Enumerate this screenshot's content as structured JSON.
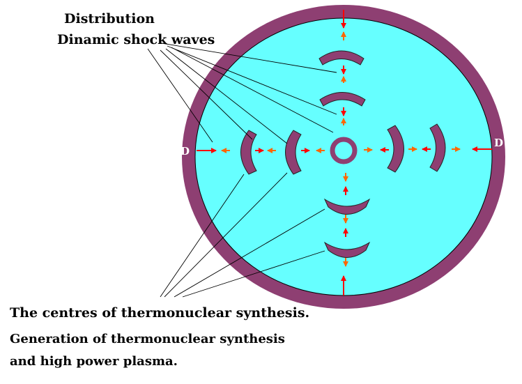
{
  "labels": {
    "distribution": "Distribution",
    "shock_waves": "Dinamic shock waves",
    "centres": "The centres of thermonuclear synthesis.",
    "generation_line1": "Generation of thermonuclear synthesis",
    "generation_line2": "and high power plasma.",
    "d_left": "D",
    "d_right": "D"
  },
  "colors": {
    "ring": "#8e3f72",
    "interior": "#66ffff",
    "inward_arrow": "#ff0000",
    "outward_arrow": "#ff6600",
    "leader_line": "#000000"
  }
}
